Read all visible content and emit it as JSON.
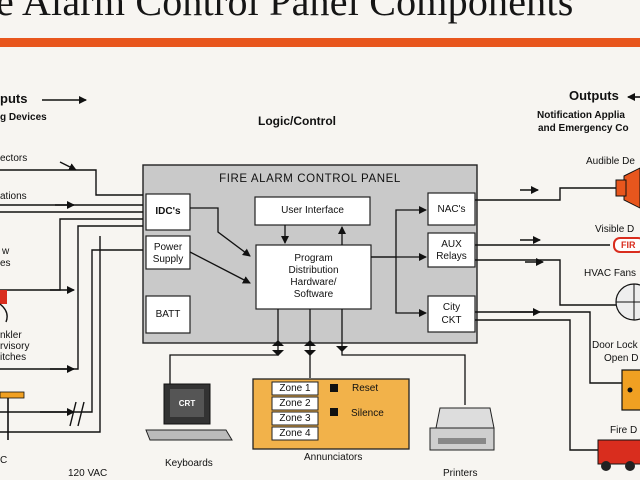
{
  "title": "e Alarm Control Panel Components",
  "headers": {
    "inputs": "puts",
    "inputs_sub": "g Devices",
    "logic": "Logic/Control",
    "outputs": "Outputs",
    "outputs_sub1": "Notification Applia",
    "outputs_sub2": "and Emergency Co"
  },
  "inputs": {
    "detectors": "ectors",
    "stations": "ations",
    "flow1": "w",
    "flow2": "es",
    "sprinkler1": "nkler",
    "sprinkler2": "rvisory",
    "sprinkler3": "itches",
    "ac": "C",
    "vac": "120 VAC"
  },
  "panel": {
    "title": "FIRE ALARM CONTROL PANEL",
    "idc": "IDC's",
    "power1": "Power",
    "power2": "Supply",
    "batt": "BATT",
    "user_interface": "User Interface",
    "program1": "Program",
    "program2": "Distribution",
    "program3": "Hardware/",
    "program4": "Software",
    "nac": "NAC's",
    "aux1": "AUX",
    "aux2": "Relays",
    "city1": "City",
    "city2": "CKT"
  },
  "bottom": {
    "crt": "CRT",
    "keyboards": "Keyboards",
    "zones": [
      "Zone 1",
      "Zone 2",
      "Zone 3",
      "Zone 4"
    ],
    "reset": "Reset",
    "silence": "Silence",
    "annunciators": "Annunciators",
    "printers": "Printers"
  },
  "outputs": {
    "audible": "Audible De",
    "visible": "Visible D",
    "fire_sign": "FIR",
    "hvac": "HVAC Fans",
    "door1": "Door Lock",
    "door2": "Open D",
    "fire_dept": "Fire D"
  },
  "colors": {
    "accent": "#e8561d",
    "panel_gray": "#c9c9c9",
    "annunciator_fill": "#f2b24a",
    "device_orange": "#f0a022",
    "fire_red": "#d92d1e"
  }
}
